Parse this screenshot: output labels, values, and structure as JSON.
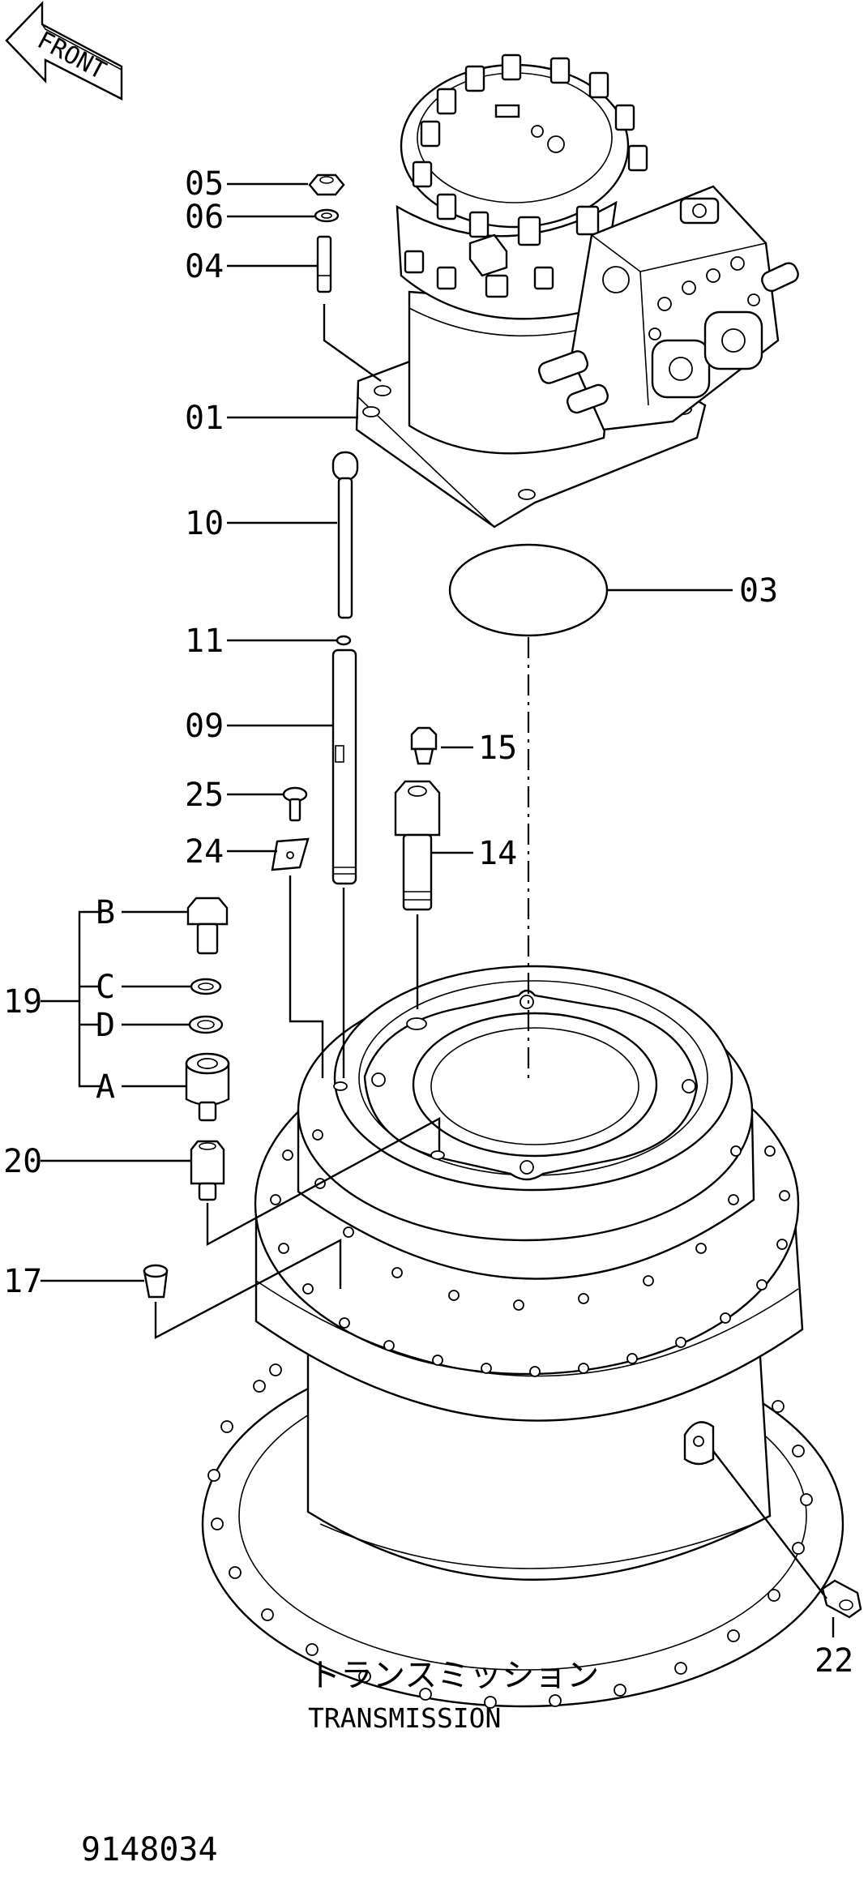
{
  "front_marker": {
    "text": "FRONT"
  },
  "callouts": [
    {
      "id": "05",
      "text": "05"
    },
    {
      "id": "06",
      "text": "06"
    },
    {
      "id": "04",
      "text": "04"
    },
    {
      "id": "01",
      "text": "01"
    },
    {
      "id": "10",
      "text": "10"
    },
    {
      "id": "03",
      "text": "03"
    },
    {
      "id": "11",
      "text": "11"
    },
    {
      "id": "09",
      "text": "09"
    },
    {
      "id": "15",
      "text": "15"
    },
    {
      "id": "25",
      "text": "25"
    },
    {
      "id": "24",
      "text": "24"
    },
    {
      "id": "14",
      "text": "14"
    },
    {
      "id": "19",
      "text": "19"
    },
    {
      "id": "B",
      "text": "B"
    },
    {
      "id": "C",
      "text": "C"
    },
    {
      "id": "D",
      "text": "D"
    },
    {
      "id": "A",
      "text": "A"
    },
    {
      "id": "20",
      "text": "20"
    },
    {
      "id": "17",
      "text": "17"
    },
    {
      "id": "22",
      "text": "22"
    }
  ],
  "caption": {
    "japanese": "トランスミッション",
    "english": "TRANSMISSION"
  },
  "drawing_number": "9148034"
}
